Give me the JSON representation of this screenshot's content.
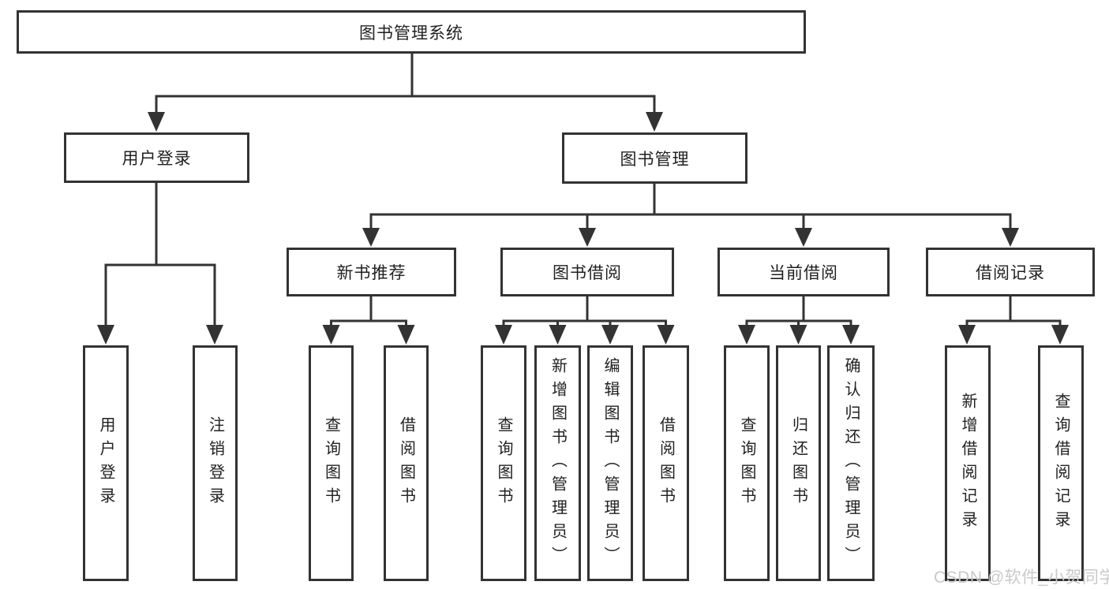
{
  "tree": {
    "root": "图书管理系统",
    "branches": [
      {
        "label": "用户登录",
        "leaves": [
          "用户登录",
          "注销登录"
        ]
      },
      {
        "label": "图书管理",
        "groups": [
          {
            "label": "新书推荐",
            "leaves": [
              "查询图书",
              "借阅图书"
            ]
          },
          {
            "label": "图书借阅",
            "leaves": [
              "查询图书",
              "新增图书（管理员）",
              "编辑图书（管理员）",
              "借阅图书"
            ]
          },
          {
            "label": "当前借阅",
            "leaves": [
              "查询图书",
              "归还图书",
              "确认归还（管理员）"
            ]
          },
          {
            "label": "借阅记录",
            "leaves": [
              "新增借阅记录",
              "查询借阅记录"
            ]
          }
        ]
      }
    ]
  },
  "watermark": {
    "text": "CSDN @软件_小贺同学",
    "color": "#c9c9c9"
  },
  "colors": {
    "line": "#333333",
    "box_border": "#333333",
    "text": "#212121",
    "background": "#ffffff"
  }
}
